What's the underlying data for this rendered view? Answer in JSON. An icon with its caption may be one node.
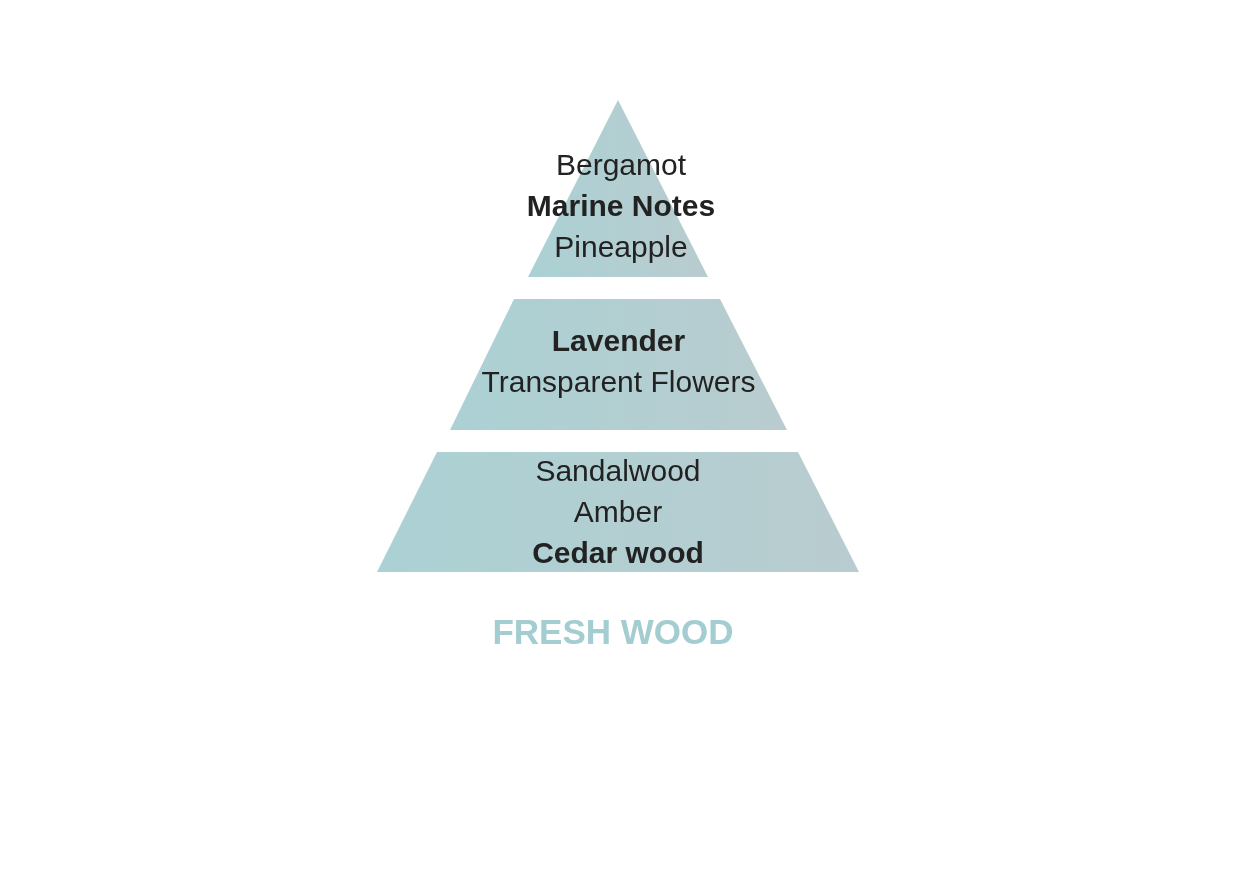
{
  "diagram": {
    "caption": "FRESH WOOD",
    "nodes": [
      {
        "text": [
          "Bergamot",
          "Marine Notes",
          "Pineapple"
        ]
      },
      {
        "text": [
          "Lavender",
          "Transparent Flowers"
        ]
      },
      {
        "text": [
          "Sandalwood",
          "Amber",
          "Cedar wood"
        ]
      }
    ]
  }
}
